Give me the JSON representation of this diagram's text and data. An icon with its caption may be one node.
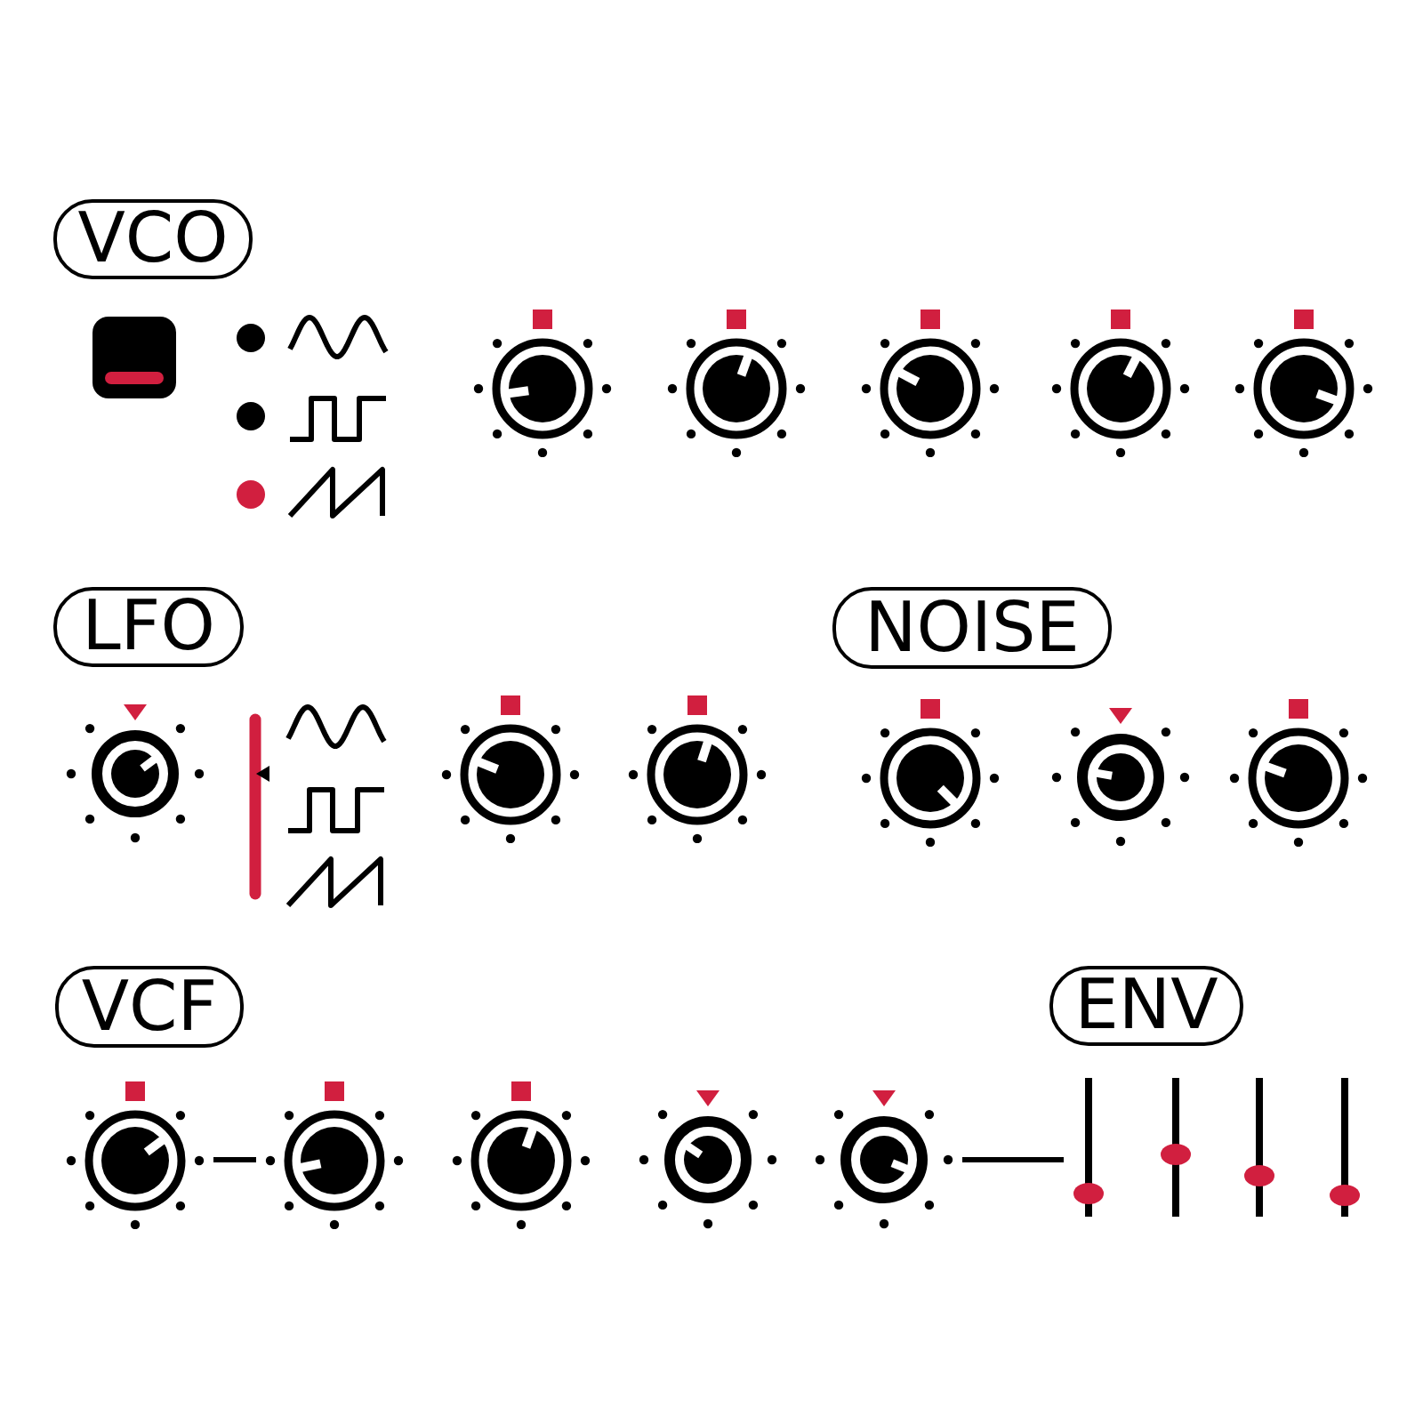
{
  "diagram": {
    "nodes": [
      {
        "text": [
          "VCO"
        ]
      },
      {
        "text": [
          "LFO"
        ]
      },
      {
        "text": [
          "NOISE"
        ]
      },
      {
        "text": [
          "VCF"
        ]
      },
      {
        "text": [
          "ENV"
        ]
      },
      {
        "text": [],
        "shape": "knob"
      },
      {
        "text": [],
        "shape": "knob"
      },
      {
        "text": [],
        "shape": "knob"
      },
      {
        "text": [],
        "shape": "slider"
      }
    ],
    "edges": [
      {
        "from": 5,
        "to": 6,
        "arrow": "none"
      },
      {
        "from": 7,
        "to": 8,
        "arrow": "none"
      }
    ]
  }
}
